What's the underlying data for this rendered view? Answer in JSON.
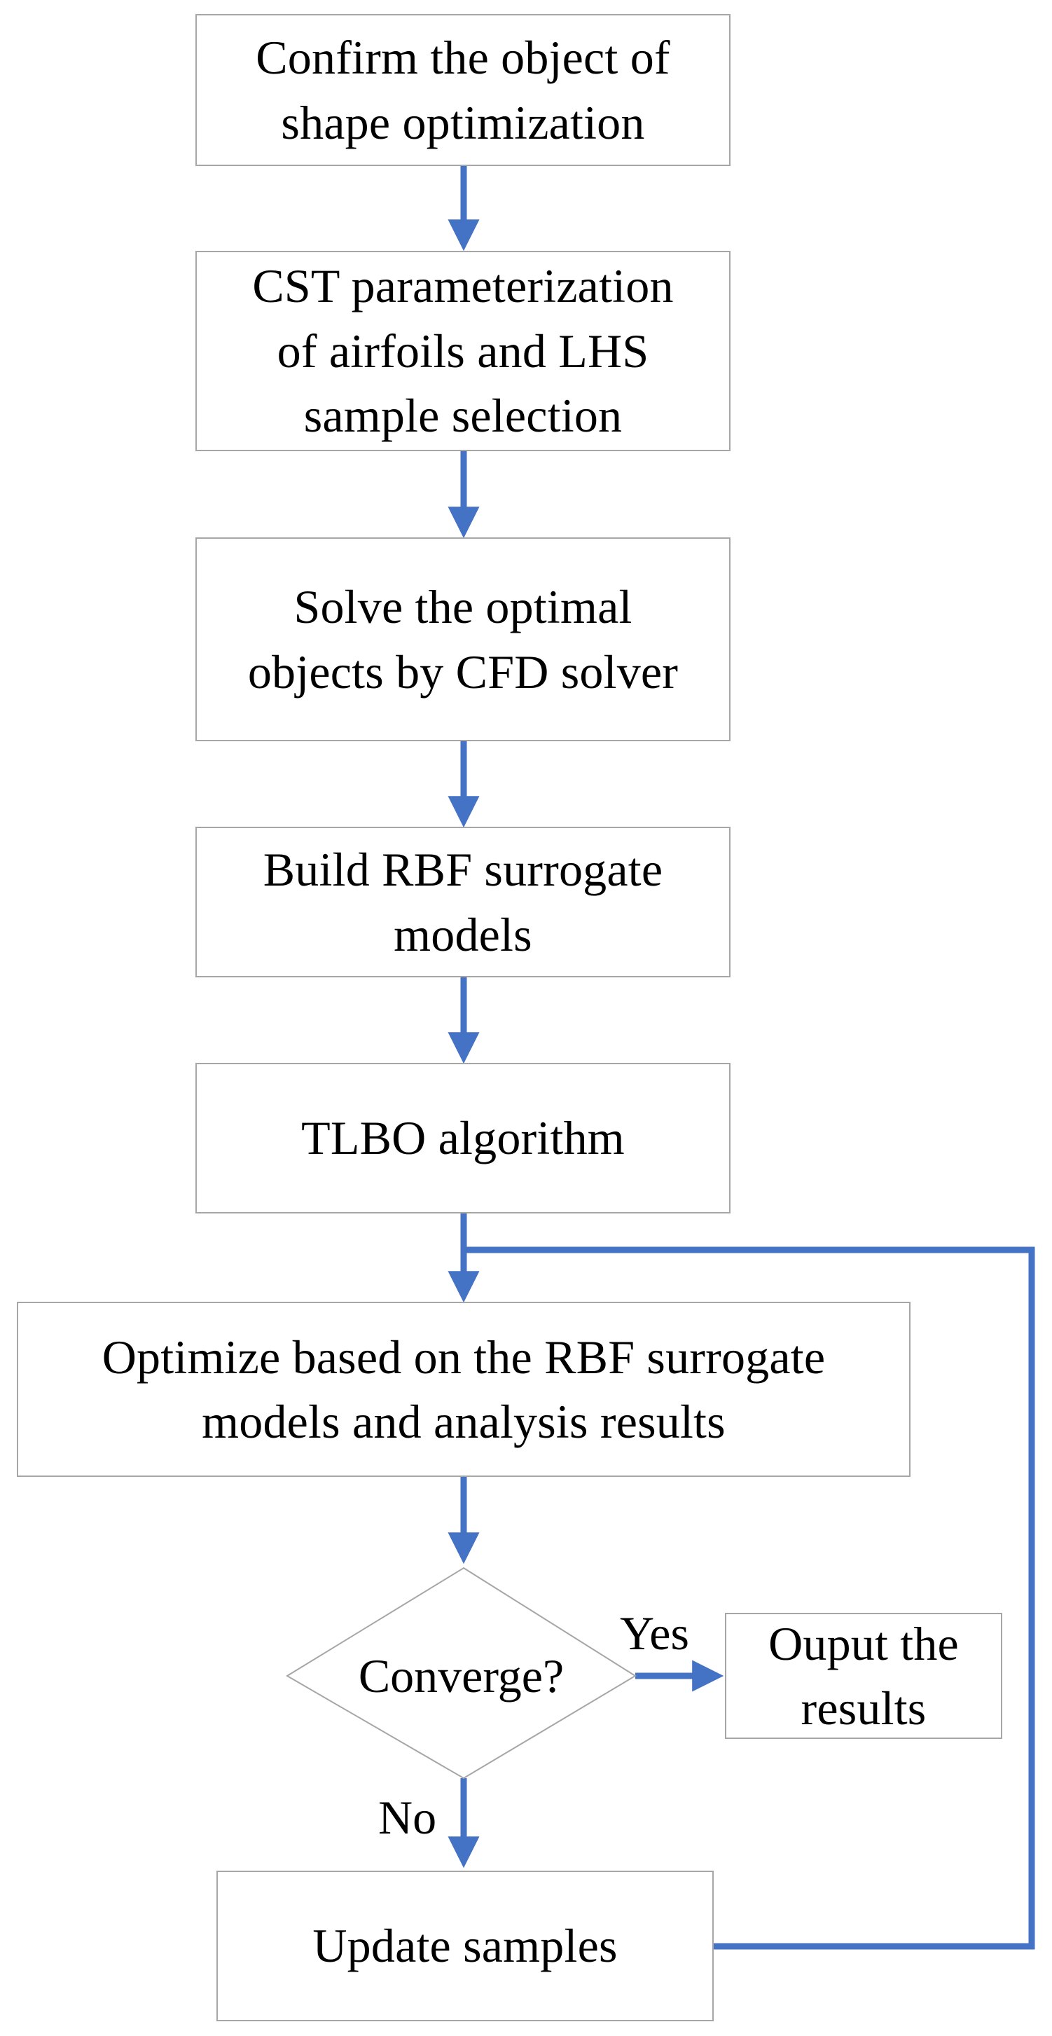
{
  "colors": {
    "arrow": "#4472c4",
    "box_border": "#a6a6a6",
    "text": "#000000",
    "background": "#ffffff"
  },
  "nodes": {
    "confirm_object": "Confirm the object of\nshape optimization",
    "cst_parameterization": "CST parameterization\nof airfoils and LHS\nsample selection",
    "solve_cfd": "Solve the optimal\nobjects by CFD solver",
    "build_rbf": "Build RBF surrogate\nmodels",
    "tlbo": "TLBO algorithm",
    "optimize": "Optimize based on the RBF surrogate\nmodels and analysis results",
    "converge": "Converge?",
    "output_results": "Ouput the\nresults",
    "update_samples": "Update samples"
  },
  "edge_labels": {
    "yes": "Yes",
    "no": "No"
  }
}
